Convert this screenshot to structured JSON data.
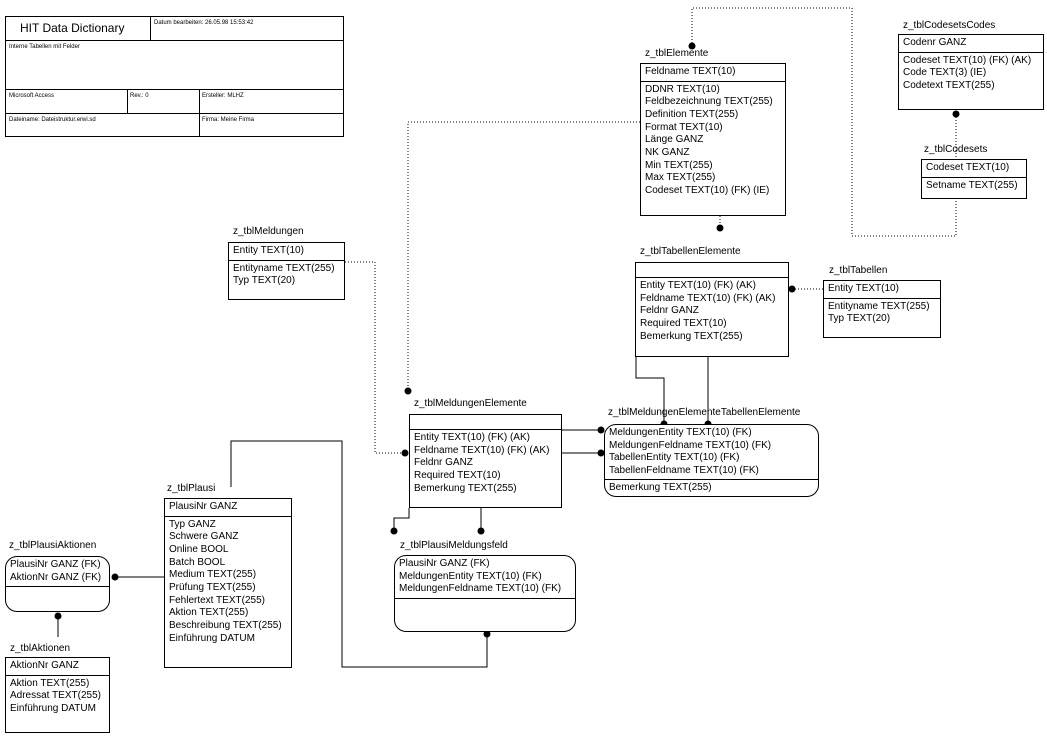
{
  "title_block": {
    "title": "HIT Data Dictionary",
    "date_label": "Datum bearbeiten: 26.05.98 15:53:42",
    "subtitle": "Interne Tabellen mit Felder",
    "database": "Microsoft Access",
    "revision": "Rev.: 0",
    "creator": "Ersteller: MLHZ",
    "filename": "Dateiname: Dateistruktur.erwi.sd",
    "company": "Firma: Meine Firma"
  },
  "entities": {
    "tblCodesetsCodes": {
      "name": "z_tblCodesetsCodes",
      "pk": [
        "Codenr GANZ"
      ],
      "attrs": [
        "Codeset TEXT(10) (FK) (AK)",
        "Code TEXT(3) (IE)",
        "Codetext TEXT(255)"
      ]
    },
    "tblCodesets": {
      "name": "z_tblCodesets",
      "pk": [
        "Codeset TEXT(10)"
      ],
      "attrs": [
        "Setname TEXT(255)"
      ]
    },
    "tblElemente": {
      "name": "z_tblElemente",
      "pk": [
        "Feldname TEXT(10)"
      ],
      "attrs": [
        "DDNR TEXT(10)",
        "Feldbezeichnung TEXT(255)",
        "Definition TEXT(255)",
        "Format TEXT(10)",
        "Länge GANZ",
        "NK GANZ",
        "Min TEXT(255)",
        "Max TEXT(255)",
        "Codeset TEXT(10) (FK) (IE)"
      ]
    },
    "tblTabellenElemente": {
      "name": "z_tblTabellenElemente",
      "pk": [],
      "attrs": [
        "Entity TEXT(10) (FK) (AK)",
        "Feldname TEXT(10) (FK) (AK)",
        "Feldnr GANZ",
        "Required TEXT(10)",
        "Bemerkung TEXT(255)"
      ]
    },
    "tblTabellen": {
      "name": "z_tblTabellen",
      "pk": [
        "Entity TEXT(10)"
      ],
      "attrs": [
        "Entityname TEXT(255)",
        "Typ TEXT(20)"
      ]
    },
    "tblMeldungen": {
      "name": "z_tblMeldungen",
      "pk": [
        "Entity TEXT(10)"
      ],
      "attrs": [
        "Entityname TEXT(255)",
        "Typ TEXT(20)"
      ]
    },
    "tblMeldungenElemente": {
      "name": "z_tblMeldungenElemente",
      "pk": [],
      "attrs": [
        "Entity TEXT(10) (FK) (AK)",
        "Feldname TEXT(10) (FK) (AK)",
        "Feldnr GANZ",
        "Required TEXT(10)",
        "Bemerkung TEXT(255)"
      ]
    },
    "tblMeldungenElementeTabellenElemente": {
      "name": "z_tblMeldungenElementeTabellenElemente",
      "pk": [
        "MeldungenEntity TEXT(10) (FK)",
        "MeldungenFeldname TEXT(10) (FK)",
        "TabellenEntity TEXT(10) (FK)",
        "TabellenFeldname TEXT(10) (FK)"
      ],
      "attrs": [
        "Bemerkung TEXT(255)"
      ]
    },
    "tblPlausi": {
      "name": "z_tblPlausi",
      "pk": [
        "PlausiNr GANZ"
      ],
      "attrs": [
        "Typ GANZ",
        "Schwere GANZ",
        "Online BOOL",
        "Batch BOOL",
        "Medium TEXT(255)",
        "Prüfung TEXT(255)",
        "Fehlertext TEXT(255)",
        "Aktion TEXT(255)",
        "Beschreibung TEXT(255)",
        "Einführung DATUM"
      ]
    },
    "tblPlausiAktionen": {
      "name": "z_tblPlausiAktionen",
      "pk": [
        "PlausiNr GANZ (FK)",
        "AktionNr GANZ (FK)"
      ],
      "attrs": []
    },
    "tblAktionen": {
      "name": "z_tblAktionen",
      "pk": [
        "AktionNr GANZ"
      ],
      "attrs": [
        "Aktion TEXT(255)",
        "Adressat TEXT(255)",
        "Einführung DATUM"
      ]
    },
    "tblPlausiMeldungsfeld": {
      "name": "z_tblPlausiMeldungsfeld",
      "pk": [
        "PlausiNr GANZ (FK)",
        "MeldungenEntity TEXT(10) (FK)",
        "MeldungenFeldname TEXT(10) (FK)"
      ],
      "attrs": []
    }
  }
}
